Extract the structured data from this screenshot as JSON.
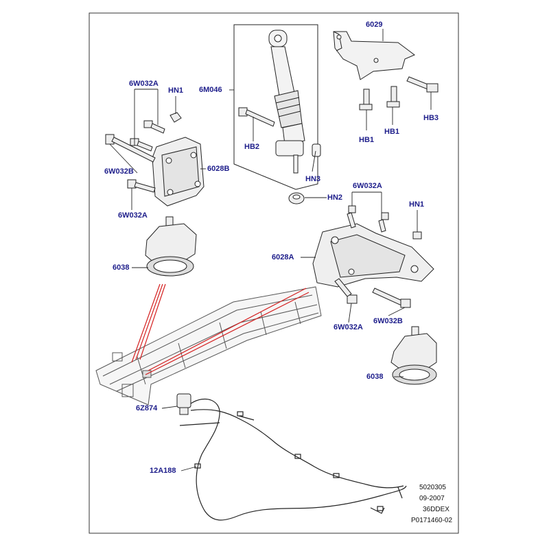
{
  "labels": {
    "l_6W032A_top": "6W032A",
    "l_HN1_top": "HN1",
    "l_6M046": "6M046",
    "l_6029": "6029",
    "l_HB2": "HB2",
    "l_HN3": "HN3",
    "l_HB1_a": "HB1",
    "l_HB1_b": "HB1",
    "l_HB3": "HB3",
    "l_6W032B_left": "6W032B",
    "l_6028B": "6028B",
    "l_6W032A_left": "6W032A",
    "l_HN2": "HN2",
    "l_6W032A_mid": "6W032A",
    "l_HN1_right": "HN1",
    "l_6038_left": "6038",
    "l_6028A": "6028A",
    "l_6W032A_bottom": "6W032A",
    "l_6W032B_right": "6W032B",
    "l_6038_right": "6038",
    "l_6Z874": "6Z874",
    "l_12A188": "12A188"
  },
  "footer": {
    "line1": "5020305",
    "line2": "09-2007",
    "line3": "36DDEX",
    "line4": "P0171460-02"
  },
  "colors": {
    "label": "#1c1c8a",
    "line": "#222222",
    "frame_highlight": "#d42020",
    "border": "#333333"
  }
}
